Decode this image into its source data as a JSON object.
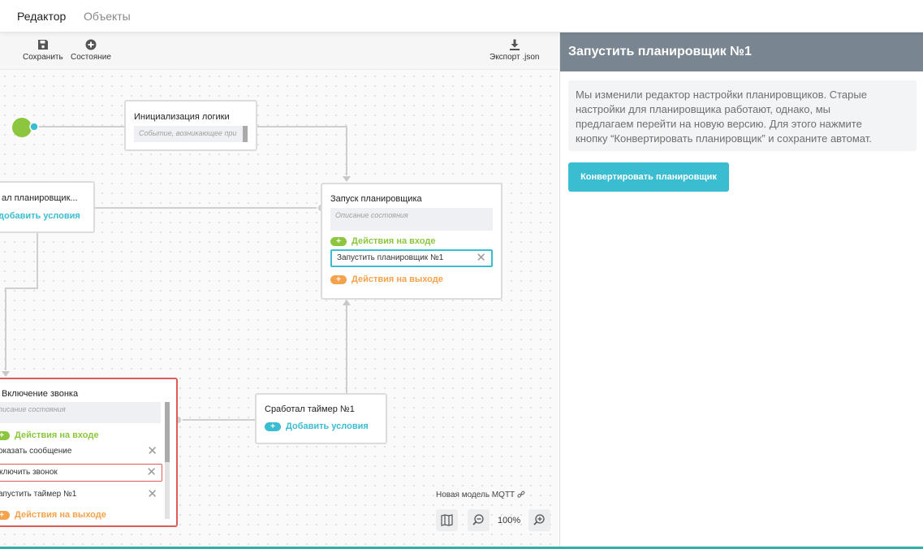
{
  "tabs": {
    "editor": "Редактор",
    "objects": "Объекты"
  },
  "toolbar": {
    "save": "Сохранить",
    "state": "Состояние",
    "export": "Экспорт .json"
  },
  "nodes": {
    "init": {
      "title": "Инициализация логики",
      "description": "Событие, возникающее при"
    },
    "planner_event": {
      "title": "ал планировщик...",
      "add_condition": "добавить условия"
    },
    "planner_start": {
      "title": "Запуск планировщика",
      "description": "Описание состояния",
      "entry_actions": "Действия на входе",
      "action": "Запустить планировщик №1",
      "exit_actions": "Действия на выходе"
    },
    "bell": {
      "title": "Включение звонка",
      "description": "писание состояния",
      "entry_actions": "Действия на входе",
      "actions": [
        "оказать сообщение",
        "ключить звонок",
        "апустить таймер №1"
      ],
      "exit_actions": "Действия на выходе"
    },
    "timer": {
      "title": "Сработал таймер №1",
      "add_condition": "Добавить условия"
    }
  },
  "canvas": {
    "model_name": "Новая модель MQTT",
    "zoom": "100%"
  },
  "panel": {
    "title": "Запустить планировщик №1",
    "info_lines": [
      "Мы изменили редактор настройки планировщиков. Старые",
      "настройки для планировщика работают, однако, мы",
      "предлагаем перейти на новую версию. Для этого нажмите",
      "кнопку “Конвертировать планировщик” и сохраните автомат."
    ],
    "convert_button": "Конвертировать планировщик"
  },
  "colors": {
    "accent": "#3bbdd1",
    "entry": "#8cc63f",
    "exit": "#f5a24c",
    "header": "#798591",
    "selected": "#e05a5a"
  }
}
